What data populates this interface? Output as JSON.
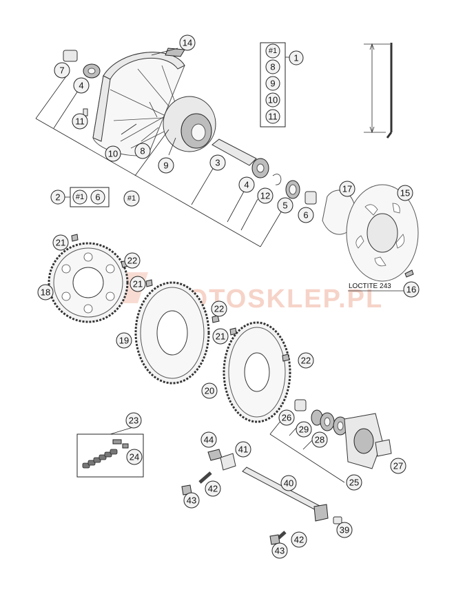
{
  "watermark": {
    "text": "MOTOSKLEP.PL"
  },
  "note": {
    "loctite": "LOCTITE 243"
  },
  "kit_box_1": {
    "callout": "1",
    "items": [
      "#1",
      "8",
      "9",
      "10",
      "11"
    ]
  },
  "kit_box_2": {
    "callout": "2",
    "items": [
      "#1",
      "6"
    ]
  },
  "callouts": {
    "c14": "14",
    "c7": "7",
    "c4a": "4",
    "c11": "11",
    "c10": "10",
    "c8": "8",
    "c9": "9",
    "h1": "#1",
    "c3": "3",
    "c4b": "4",
    "c12": "12",
    "c5": "5",
    "c6": "6",
    "c17": "17",
    "c15": "15",
    "c16": "16",
    "c21a": "21",
    "c22a": "22",
    "c18": "18",
    "c21b": "21",
    "c22b": "22",
    "c19": "19",
    "c21c": "21",
    "c22c": "22",
    "c20": "20",
    "c23": "23",
    "c24": "24",
    "c26": "26",
    "c29": "29",
    "c28": "28",
    "c27": "27",
    "c25": "25",
    "c44": "44",
    "c41": "41",
    "c40": "40",
    "c42a": "42",
    "c43a": "43",
    "c39": "39",
    "c42b": "42",
    "c43b": "43"
  }
}
